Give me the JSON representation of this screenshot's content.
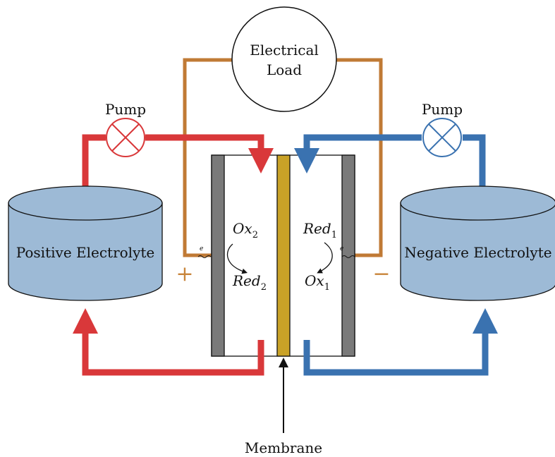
{
  "colors": {
    "positive": "#d9383a",
    "negative": "#3a72b0",
    "load_wire": "#c07a35",
    "tank_fill": "#9dbad6",
    "electrode": "#7a7a7a",
    "membrane": "#c9a227"
  },
  "load": {
    "line1": "Electrical",
    "line2": "Load"
  },
  "pump_left": {
    "label": "Pump"
  },
  "pump_right": {
    "label": "Pump"
  },
  "tank_left": {
    "label": "Positive Electrolyte"
  },
  "tank_right": {
    "label": "Negative Electrolyte"
  },
  "left_reaction": {
    "top": {
      "base": "Ox",
      "sub": "2"
    },
    "bottom": {
      "base": "Red",
      "sub": "2"
    }
  },
  "right_reaction": {
    "top": {
      "base": "Red",
      "sub": "1"
    },
    "bottom": {
      "base": "Ox",
      "sub": "1"
    }
  },
  "electron_label": "e",
  "terminals": {
    "positive": "+",
    "negative": "−"
  },
  "membrane_label": "Membrane"
}
